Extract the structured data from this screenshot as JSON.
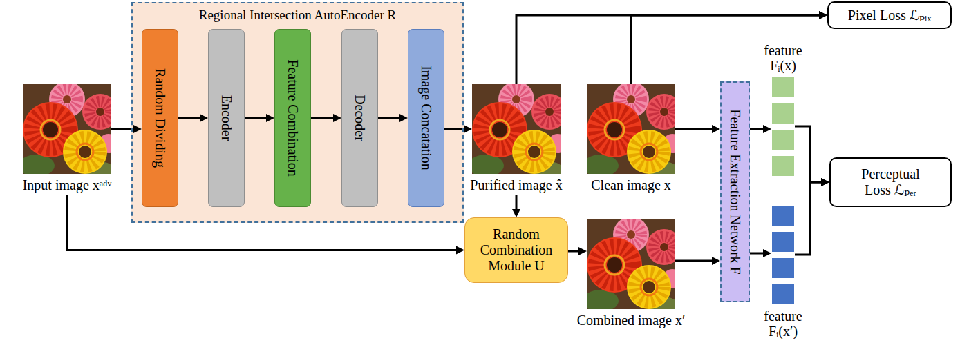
{
  "diagram": {
    "nodes": [
      {
        "text": [
          "Input image xᵃᵈᵛ"
        ]
      },
      {
        "text": [
          "Regional Intersection AutoEncoder R"
        ]
      },
      {
        "text": [
          "Random Dividing"
        ],
        "in": 1
      },
      {
        "text": [
          "Encoder"
        ],
        "in": 1
      },
      {
        "text": [
          "Feature Combination"
        ],
        "in": 1
      },
      {
        "text": [
          "Decoder"
        ],
        "in": 1
      },
      {
        "text": [
          "Image Concatation"
        ],
        "in": 1
      },
      {
        "text": [
          "Purified image x̂"
        ]
      },
      {
        "text": [
          "Clean image x"
        ]
      },
      {
        "text": [
          "Pixel Loss ℒₚᵢₓ"
        ]
      },
      {
        "text": [
          "Random Combination Module U"
        ]
      },
      {
        "text": [
          "Combined image x′"
        ]
      },
      {
        "text": [
          "Feature Extraction Network F"
        ]
      },
      {
        "text": [
          "feature Fᵢ(x)"
        ]
      },
      {
        "text": [
          "feature Fᵢ(x′)"
        ]
      },
      {
        "text": [
          "Perceptual Loss ℒₚₑᵣ"
        ]
      }
    ],
    "edges": [
      {
        "from": 0,
        "to": 2,
        "arrow": "to"
      },
      {
        "from": 2,
        "to": 3,
        "arrow": "to"
      },
      {
        "from": 3,
        "to": 4,
        "arrow": "to"
      },
      {
        "from": 4,
        "to": 5,
        "arrow": "to"
      },
      {
        "from": 5,
        "to": 6,
        "arrow": "to"
      },
      {
        "from": 6,
        "to": 7,
        "arrow": "to"
      },
      {
        "from": 7,
        "to": 9,
        "arrow": "to"
      },
      {
        "from": 8,
        "to": 9,
        "arrow": "to"
      },
      {
        "from": 7,
        "to": 10,
        "arrow": "to"
      },
      {
        "from": 0,
        "to": 10,
        "arrow": "to"
      },
      {
        "from": 10,
        "to": 11,
        "arrow": "to"
      },
      {
        "from": 8,
        "to": 12,
        "arrow": "to"
      },
      {
        "from": 11,
        "to": 12,
        "arrow": "to"
      },
      {
        "from": 12,
        "to": 13,
        "arrow": "to"
      },
      {
        "from": 12,
        "to": 14,
        "arrow": "to"
      },
      {
        "from": 13,
        "to": 15,
        "arrow": "to"
      },
      {
        "from": 14,
        "to": 15,
        "arrow": "to"
      }
    ]
  }
}
